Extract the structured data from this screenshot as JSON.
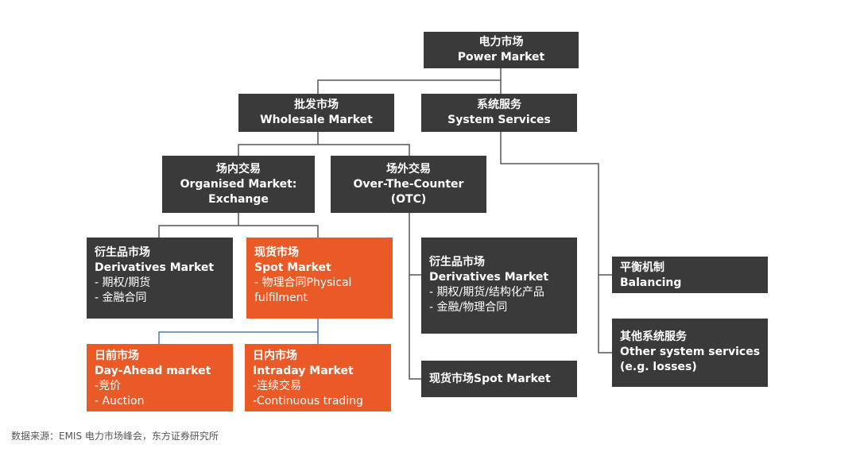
{
  "nodes": {
    "power": {
      "zh": "电力市场",
      "en": "Power Market"
    },
    "wholesale": {
      "zh": "批发市场",
      "en": "Wholesale Market"
    },
    "system_services": {
      "zh": "系统服务",
      "en": "System Services"
    },
    "organised": {
      "zh": "场内交易",
      "en1": "Organised Market:",
      "en2": "Exchange"
    },
    "otc": {
      "zh": "场外交易",
      "en1": "Over-The-Counter",
      "en2": "(OTC)"
    },
    "derivatives_left": {
      "zh": "衍生品市场",
      "en": "Derivatives Market",
      "items": [
        "- 期权/期货",
        "- 金融合同"
      ]
    },
    "spot_left": {
      "zh": "现货市场",
      "en": "Spot Market",
      "items": [
        "- 物理合同Physical",
        "fulfilment"
      ]
    },
    "day_ahead": {
      "zh": "日前市场",
      "en": "Day-Ahead market",
      "items": [
        "-竞价",
        "- Auction"
      ]
    },
    "intraday": {
      "zh": "日内市场",
      "en": "Intraday Market",
      "items": [
        "-连续交易",
        "-Continuous trading"
      ]
    },
    "derivatives_otc": {
      "zh": "衍生品市场",
      "en": "Derivatives Market",
      "items": [
        "- 期权/期货/结构化产品",
        "- 金融/物理合同"
      ]
    },
    "spot_otc": {
      "label": "现货市场Spot Market"
    },
    "balancing": {
      "zh": "平衡机制",
      "en": "Balancing"
    },
    "other_services": {
      "zh": "其他系统服务",
      "en1": "Other system services",
      "en2": "(e.g. losses)"
    }
  },
  "source": "数据来源：EMIS 电力市场峰会，东方证券研究所",
  "colors": {
    "dark_box": "#3a3a3a",
    "orange_box": "#e95a27",
    "connector": "#555555",
    "blue_connector": "#4a78c2"
  }
}
